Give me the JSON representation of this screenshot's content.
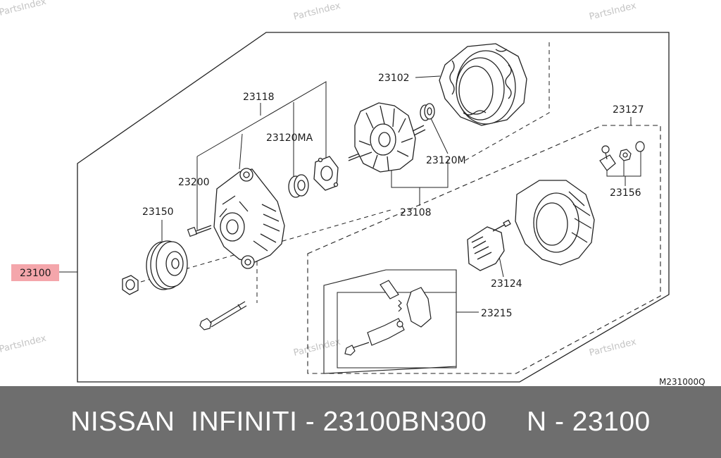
{
  "watermark": "PartsIndex",
  "diagram_code": "M231000Q",
  "highlight_color": "#f4a6ab",
  "footer_bg": "#6e6e6e",
  "parts": {
    "p23100": "23100",
    "p23118": "23118",
    "p23120MA": "23120MA",
    "p23200": "23200",
    "p23150": "23150",
    "p23102": "23102",
    "p23120M": "23120M",
    "p23108": "23108",
    "p23127": "23127",
    "p23156": "23156",
    "p23124": "23124",
    "p23215": "23215"
  },
  "footer": {
    "text": "NISSAN  INFINITI - 23100BN300     N - 23100"
  }
}
